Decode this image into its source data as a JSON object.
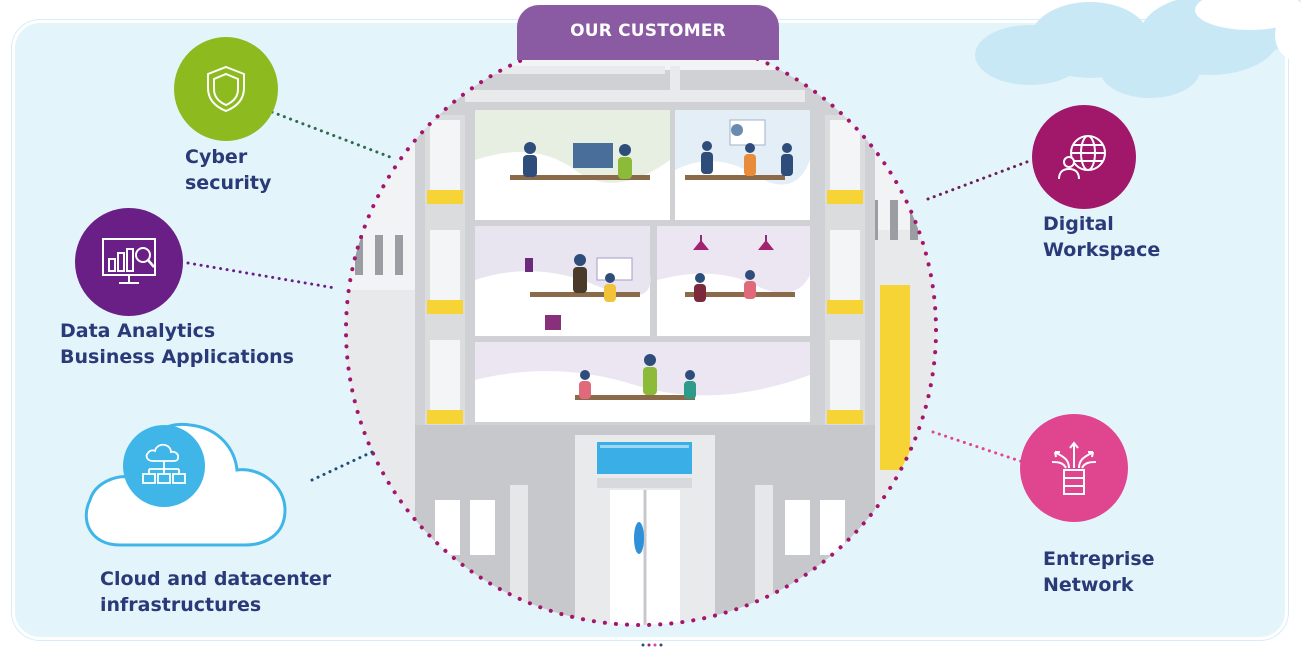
{
  "header": {
    "title": "OUR CUSTOMER"
  },
  "services": [
    {
      "label_line1": "Cyber",
      "label_line2": "security",
      "color": "#8dbb1f",
      "icon": "shield-icon"
    },
    {
      "label_line1": "Data Analytics",
      "label_line2": "Business Applications",
      "color": "#6a1f86",
      "icon": "analytics-screen-icon"
    },
    {
      "label_line1": "Cloud and datacenter",
      "label_line2": "infrastructures",
      "color": "#3fb5e8",
      "icon": "cloud-network-icon"
    },
    {
      "label_line1": "Digital",
      "label_line2": "Workspace",
      "color": "#a1186b",
      "icon": "globe-user-icon"
    },
    {
      "label_line1": "Entreprise",
      "label_line2": "Network",
      "color": "#e0458f",
      "icon": "network-server-icon"
    }
  ],
  "colors": {
    "label_text": "#2a3a78",
    "tab_bg": "#8a5aa3",
    "panel_bg": "#e4f4fb",
    "dotted_circle": "#a4156c"
  }
}
